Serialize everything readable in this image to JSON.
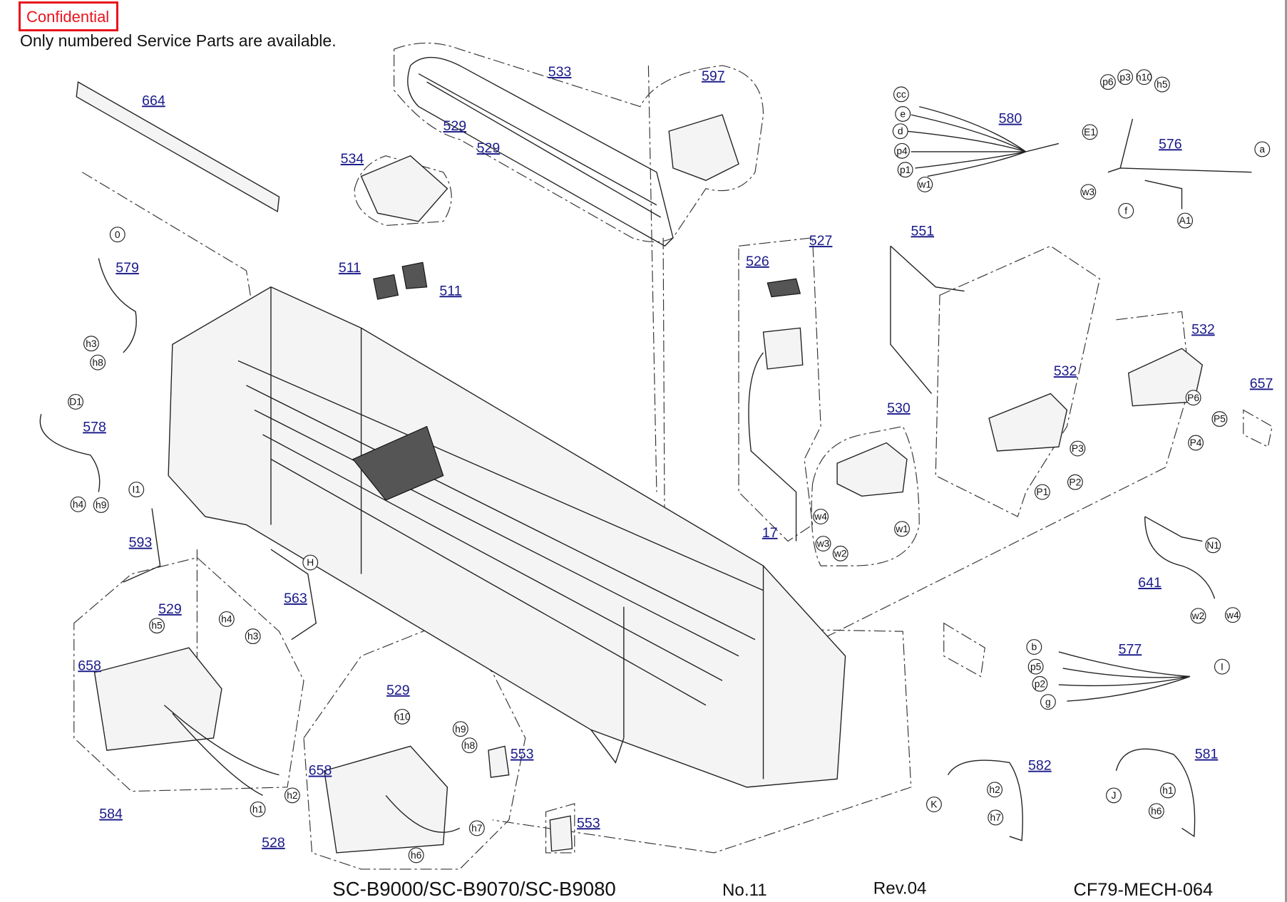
{
  "header": {
    "confidential": "Confidential",
    "note": "Only numbered Service Parts are available."
  },
  "parts": [
    "664",
    "533",
    "597",
    "529",
    "529",
    "534",
    "580",
    "576",
    "579",
    "511",
    "511",
    "527",
    "526",
    "551",
    "532",
    "532",
    "657",
    "578",
    "530",
    "593",
    "17",
    "563",
    "641",
    "529",
    "658",
    "577",
    "529",
    "553",
    "658",
    "582",
    "581",
    "584",
    "553",
    "528"
  ],
  "callouts": [
    "0",
    "h3",
    "h8",
    "D1",
    "h4",
    "h9",
    "I1",
    "H",
    "h5",
    "h4",
    "h3",
    "h1",
    "h2",
    "h10",
    "h9",
    "h8",
    "h7",
    "h6",
    "cc",
    "e",
    "d",
    "p4",
    "p1",
    "w1",
    "E1",
    "p6",
    "p3",
    "h10",
    "h5",
    "a",
    "w3",
    "f",
    "A1",
    "P6",
    "P5",
    "P4",
    "P3",
    "P2",
    "P1",
    "w4",
    "w3",
    "w2",
    "w1",
    "N1",
    "w2",
    "w4",
    "b",
    "p5",
    "I",
    "p2",
    "g",
    "K",
    "h2",
    "h7",
    "J",
    "h1",
    "h6"
  ],
  "footer": {
    "model": "SC-B9000/SC-B9070/SC-B9080",
    "page": "No.11",
    "revision": "Rev.04",
    "code": "CF79-MECH-064"
  },
  "colors": {
    "confidential": "#e8141e",
    "part_number": "#1a1a8a"
  }
}
